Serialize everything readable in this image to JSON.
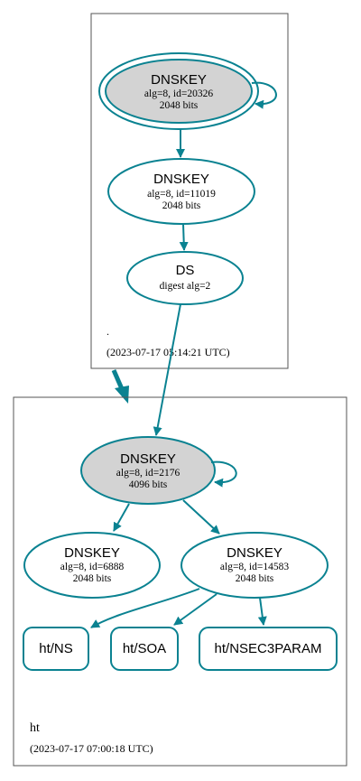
{
  "colors": {
    "edge": "#0a8291",
    "node_stroke": "#0a8291",
    "cluster_stroke": "#555555",
    "ksk_fill": "#d3d3d3",
    "text": "#000000"
  },
  "zones": {
    "root": {
      "name": ".",
      "timestamp": "(2023-07-17 05:14:21 UTC)",
      "ksk": {
        "title": "DNSKEY",
        "line1": "alg=8, id=20326",
        "line2": "2048 bits"
      },
      "zsk": {
        "title": "DNSKEY",
        "line1": "alg=8, id=11019",
        "line2": "2048 bits"
      },
      "ds": {
        "title": "DS",
        "line1": "digest alg=2"
      }
    },
    "ht": {
      "name": "ht",
      "timestamp": "(2023-07-17 07:00:18 UTC)",
      "ksk": {
        "title": "DNSKEY",
        "line1": "alg=8, id=2176",
        "line2": "4096 bits"
      },
      "key_left": {
        "title": "DNSKEY",
        "line1": "alg=8, id=6888",
        "line2": "2048 bits"
      },
      "key_right": {
        "title": "DNSKEY",
        "line1": "alg=8, id=14583",
        "line2": "2048 bits"
      },
      "rrsets": {
        "ns": "ht/NS",
        "soa": "ht/SOA",
        "nsec3param": "ht/NSEC3PARAM"
      }
    }
  }
}
